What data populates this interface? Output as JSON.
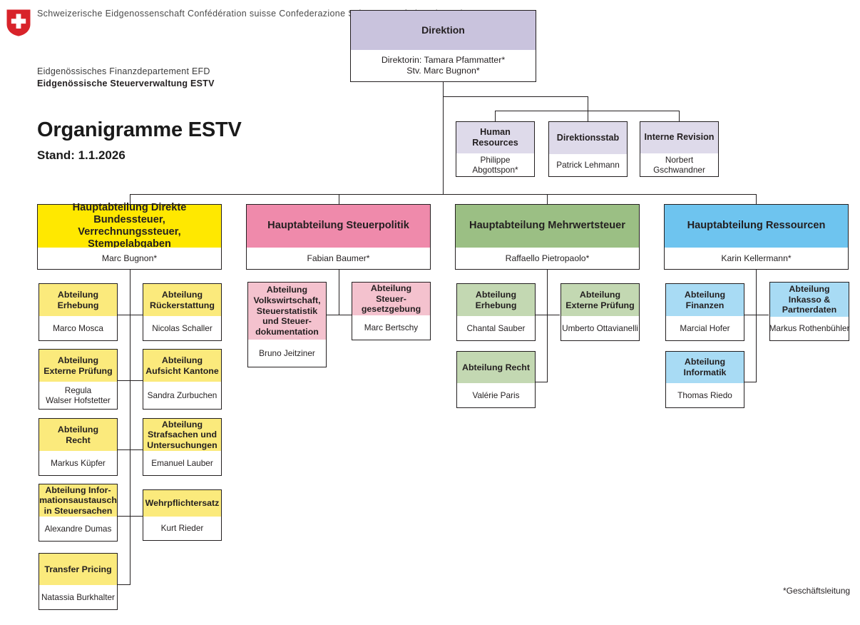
{
  "branding": {
    "shield_alt": "swiss-confederation-shield",
    "confederation": "Schweizerische Eidgenossenschaft\nConfédération suisse\nConfederazione Svizzera\nConfederaziun svizra",
    "department": "Eidgenössisches Finanzdepartement EFD",
    "office": "Eidgenössische Steuerverwaltung ESTV"
  },
  "title": "Organigramme ESTV",
  "subtitle": "Stand: 1.1.2026",
  "footnote": "*Geschäftsleitung",
  "colors": {
    "direction_header": "#c9c3dd",
    "staff_header": "#dedaea",
    "yellow_main": "#ffe800",
    "yellow_sub": "#fbea7c",
    "pink_main": "#ef8aab",
    "pink_sub": "#f4c2ce",
    "green_main": "#9bbf84",
    "green_sub": "#c3d8b2",
    "blue_main": "#6ec4ef",
    "blue_sub": "#a8dbf4",
    "line": "#231f20",
    "shield_red": "#d8232a"
  },
  "direction": {
    "title": "Direktion",
    "people": "Direktorin: Tamara Pfammatter*\nStv. Marc Bugnon*"
  },
  "staff_units": [
    {
      "title": "Human\nResources",
      "person": "Philippe Abgottspon*"
    },
    {
      "title": "Direktionsstab",
      "person": "Patrick Lehmann"
    },
    {
      "title": "Interne Revision",
      "person": "Norbert Gschwandner"
    }
  ],
  "divisions": [
    {
      "title": "Hauptabteilung Direkte Bundessteuer,\nVerrechnungssteuer, Stempelabgaben",
      "person": "Marc Bugnon*",
      "color": "yellow",
      "units": [
        {
          "title": "Abteilung\nErhebung",
          "person": "Marco Mosca"
        },
        {
          "title": "Abteilung\nRückerstattung",
          "person": "Nicolas Schaller"
        },
        {
          "title": "Abteilung\nExterne Prüfung",
          "person": "Regula\nWalser Hofstetter"
        },
        {
          "title": "Abteilung\nAufsicht Kantone",
          "person": "Sandra Zurbuchen"
        },
        {
          "title": "Abteilung\nRecht",
          "person": "Markus Küpfer"
        },
        {
          "title": "Abteilung\nStrafsachen und\nUntersuchungen",
          "person": "Emanuel Lauber"
        },
        {
          "title": "Abteilung Infor-\nmationsaustausch\nin Steuersachen",
          "person": "Alexandre Dumas"
        },
        {
          "title": "Wehrpflichtersatz",
          "person": "Kurt Rieder"
        },
        {
          "title": "Transfer Pricing",
          "person": "Natassia Burkhalter"
        }
      ]
    },
    {
      "title": "Hauptabteilung Steuerpolitik",
      "person": "Fabian Baumer*",
      "color": "pink",
      "units": [
        {
          "title": "Abteilung\nVolkswirtschaft,\nSteuerstatistik\nund Steuer-\ndokumentation",
          "person": "Bruno Jeitziner"
        },
        {
          "title": "Abteilung\nSteuer-\ngesetzgebung",
          "person": "Marc Bertschy"
        }
      ]
    },
    {
      "title": "Hauptabteilung Mehrwertsteuer",
      "person": "Raffaello Pietropaolo*",
      "color": "green",
      "units": [
        {
          "title": "Abteilung\nErhebung",
          "person": "Chantal Sauber"
        },
        {
          "title": "Abteilung\nExterne Prüfung",
          "person": "Umberto Ottavianelli"
        },
        {
          "title": "Abteilung Recht",
          "person": "Valérie Paris"
        }
      ]
    },
    {
      "title": "Hauptabteilung Ressourcen",
      "person": "Karin Kellermann*",
      "color": "blue",
      "units": [
        {
          "title": "Abteilung\nFinanzen",
          "person": "Marcial Hofer"
        },
        {
          "title": "Abteilung\nInkasso &\nPartnerdaten",
          "person": "Markus Rothenbühler"
        },
        {
          "title": "Abteilung\nInformatik",
          "person": "Thomas Riedo"
        }
      ]
    }
  ]
}
